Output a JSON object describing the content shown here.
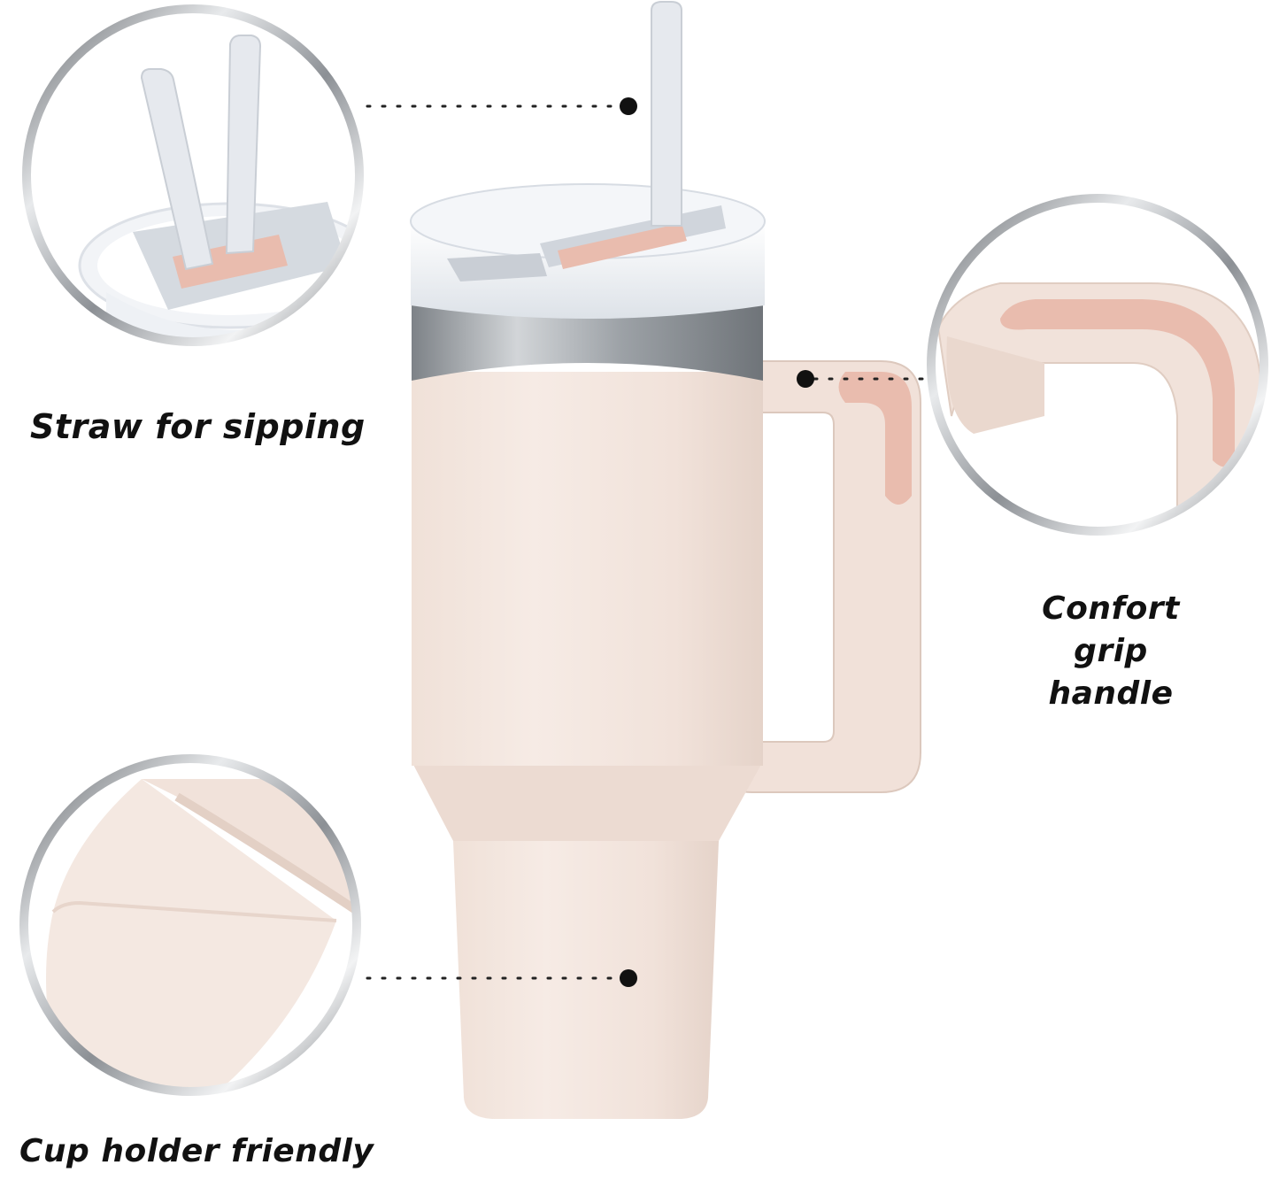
{
  "captions": {
    "straw": "Straw for sipping",
    "handle_line1": "Confort",
    "handle_line2": "grip",
    "handle_line3": "handle",
    "cup_holder": "Cup holder friendly"
  },
  "colors": {
    "background": "#ffffff",
    "tumbler_body": "#f3e4dc",
    "grip_accent": "#e9bcae",
    "lid": "#eef0f3",
    "straw": "#e6e9ee",
    "steel_band": "#a9adb2",
    "ring_chrome": "#9a9ea3",
    "caption_text": "#111111"
  },
  "icons": {
    "pointer_dot": "dot-icon",
    "detail_lens": "magnifier-circle-icon"
  }
}
